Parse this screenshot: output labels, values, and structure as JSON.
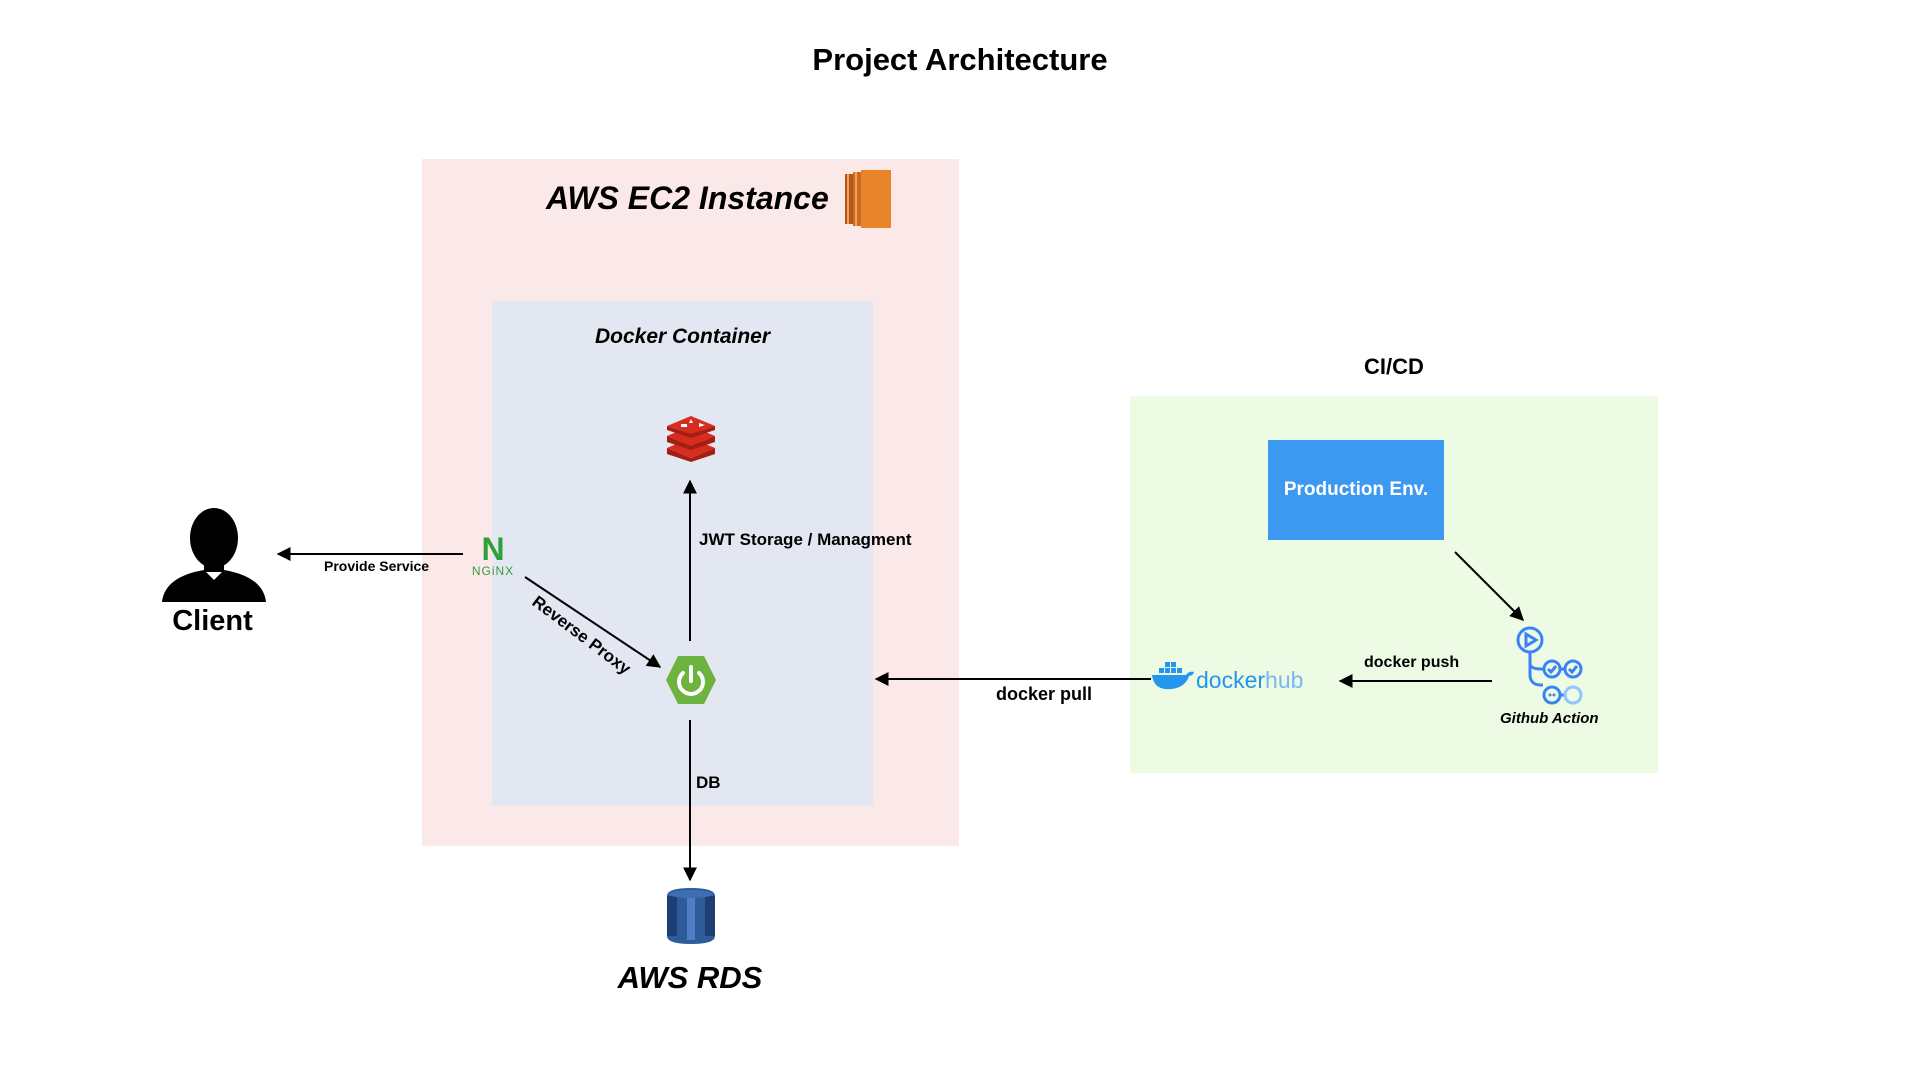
{
  "title": "Project Architecture",
  "ec2": {
    "title": "AWS EC2 Instance",
    "icon": "aws-ec2-icon",
    "color": "#e8842a"
  },
  "docker_container": {
    "title": "Docker Container"
  },
  "cicd": {
    "title": "CI/CD",
    "production_env": "Production Env.",
    "github_action": "Github Action",
    "docker_hub_text": [
      "docker",
      "hub"
    ]
  },
  "client": {
    "label": "Client",
    "icon": "person-silhouette-icon"
  },
  "rds": {
    "label": "AWS RDS",
    "icon": "aws-rds-database-icon"
  },
  "nginx": {
    "letter": "N",
    "text": "NGiNX",
    "color": "#2f9f3a"
  },
  "redis": {
    "icon": "redis-icon",
    "color": "#c9302c"
  },
  "spring": {
    "icon": "spring-boot-power-icon",
    "color": "#6db33f"
  },
  "edges": {
    "provide_service": "Provide Service",
    "reverse_proxy": "Reverse Proxy",
    "jwt": "JWT Storage / Managment",
    "db": "DB",
    "docker_pull": "docker pull",
    "docker_push": "docker push"
  },
  "colors": {
    "ec2_bg": "#fbe9e9",
    "docker_bg": "#e3e7f1",
    "cicd_bg": "#edfbe4",
    "prod_bg": "#3d98f1",
    "docker_blue": "#2496ed",
    "github_action_blue": "#3b82f6"
  }
}
